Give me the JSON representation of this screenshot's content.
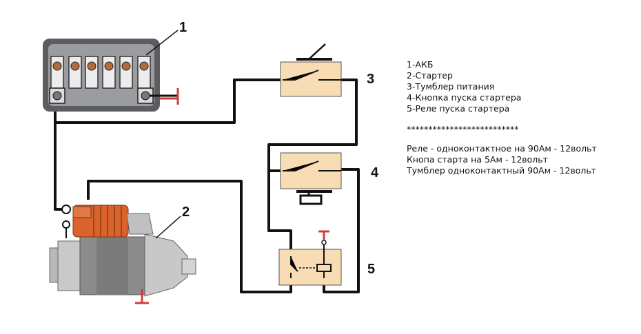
{
  "labels": {
    "battery_num": "1",
    "starter_num": "2",
    "switch_num": "3",
    "button_num": "4",
    "relay_num": "5"
  },
  "legend": {
    "items": [
      "1-АКБ",
      "2-Стартер",
      "3-Тумблер питания",
      "4-Кнопка пуска стартера",
      "5-Реле пуска стартера"
    ],
    "separator": "**************************",
    "notes": [
      "Реле - одноконтактное на 90Ам - 12вольт",
      "Кнопа старта на 5Ам - 12вольт",
      "Тумблер одноконтактный 90Ам - 12вольт"
    ]
  },
  "colors": {
    "component_fill": "#f8dcb4",
    "ground": "#d23c3c",
    "solenoid": "#d9632b",
    "wire": "#111111"
  }
}
